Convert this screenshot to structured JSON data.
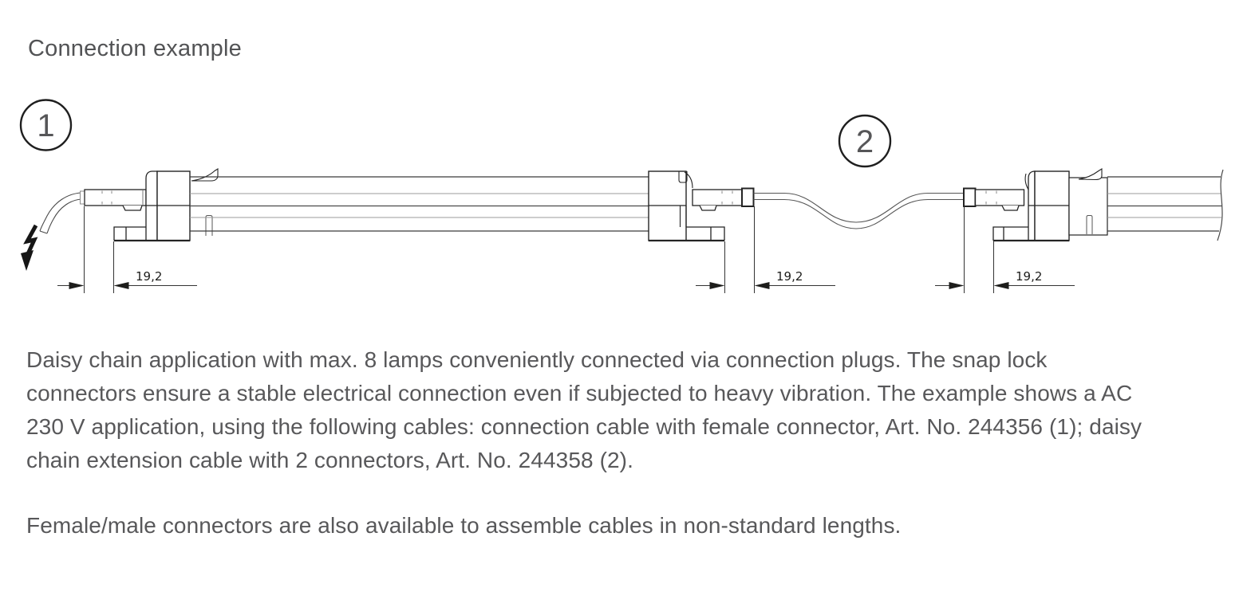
{
  "title": "Connection example",
  "diagram": {
    "callouts": [
      {
        "label": "1"
      },
      {
        "label": "2"
      }
    ],
    "dimension_label": "19,2",
    "icons": {
      "power_bolt": "power-bolt-icon"
    },
    "colors": {
      "line_dark": "#242424",
      "line_mid": "#555555",
      "line_light": "#9b9b9b"
    }
  },
  "body": {
    "paragraph1": {
      "lines": [
        "Daisy chain application with max. 8 lamps conveniently connected via connection plugs. The snap lock",
        "connectors ensure a stable electrical connection even if subjected to heavy vibration. The example shows a AC",
        "230 V application, using the following cables: connection cable with female connector, Art. No. 244356 (1); daisy",
        "chain extension cable with 2 connectors, Art. No. 244358 (2)."
      ]
    },
    "paragraph2": "Female/male connectors are also available to assemble cables in non-standard lengths."
  }
}
